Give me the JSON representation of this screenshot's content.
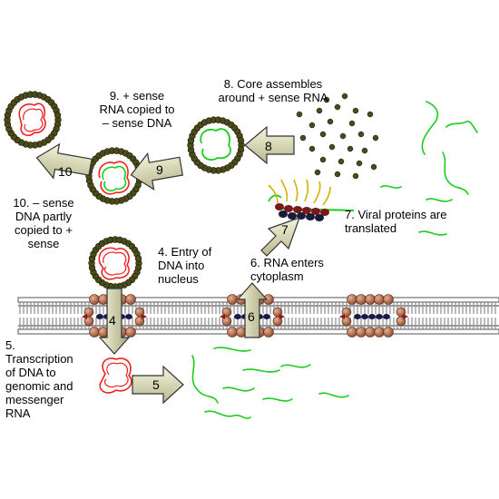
{
  "labels": {
    "step8": [
      "8. Core assembles",
      "around + sense RNA"
    ],
    "step9": [
      "9. + sense",
      "RNA copied to",
      "– sense DNA"
    ],
    "step10": [
      "10. – sense",
      "DNA partly",
      "copied to +",
      "sense"
    ],
    "step4": [
      "4. Entry of",
      "DNA into",
      "nucleus"
    ],
    "step6": [
      "6. RNA enters",
      "cytoplasm"
    ],
    "step7": [
      "7. Viral proteins are",
      "translated"
    ],
    "step5": [
      "5.",
      "Transcription",
      "of DNA to",
      "genomic and",
      "messenger",
      "RNA"
    ]
  },
  "arrows": {
    "a4": "4",
    "a5": "5",
    "a6": "6",
    "a7": "7",
    "a8": "8",
    "a9": "9",
    "a10": "10"
  },
  "colors": {
    "capsid": "#4a4a1a",
    "rna_plus": "#1ccc1c",
    "dna_red": "#ee2222",
    "pore_ball": "#b86a4a",
    "arrow_fill": "#e8e8c0"
  }
}
